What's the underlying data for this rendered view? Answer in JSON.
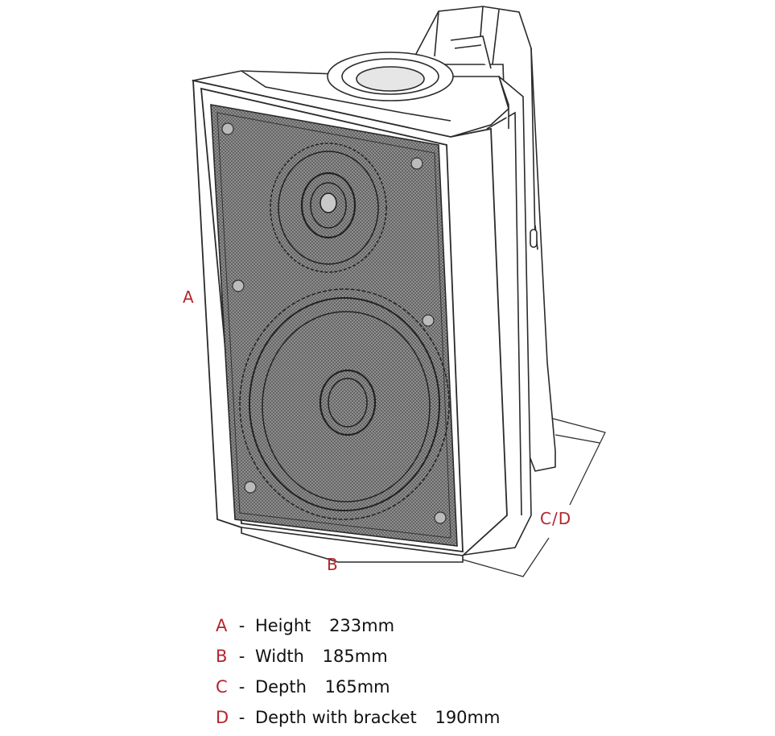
{
  "colors": {
    "accent": "#b3262e",
    "line": "#2a2a2a",
    "grille": "#555555",
    "text": "#111111"
  },
  "dimension_labels": {
    "a": "A",
    "b": "B",
    "cd": "C/D"
  },
  "specs": [
    {
      "letter": "A",
      "dash": "-",
      "name": "Height",
      "value": "233mm"
    },
    {
      "letter": "B",
      "dash": "-",
      "name": "Width",
      "value": "185mm"
    },
    {
      "letter": "C",
      "dash": "-",
      "name": "Depth",
      "value": "165mm"
    },
    {
      "letter": "D",
      "dash": "-",
      "name": "Depth with bracket",
      "value": "190mm"
    }
  ]
}
